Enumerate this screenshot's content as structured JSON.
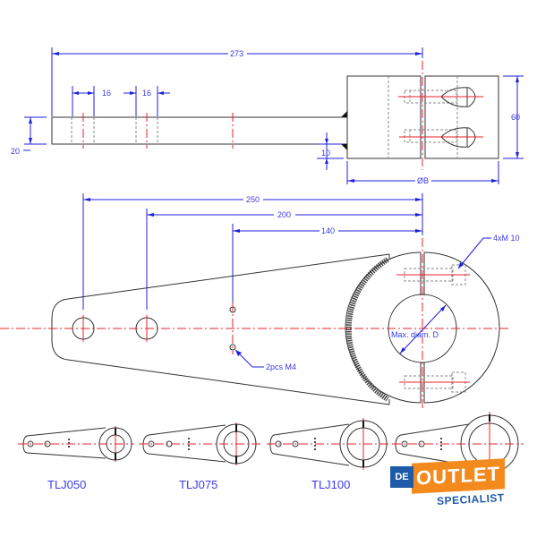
{
  "drawing": {
    "top_view": {
      "overall_length": "273",
      "hole_spacing_1": "16",
      "hole_spacing_2": "16",
      "bar_thickness": "20",
      "clamp_height": "60",
      "weld_offset": "10",
      "bore_diameter": "ØB"
    },
    "front_view": {
      "dim_1": "250",
      "dim_2": "200",
      "dim_3": "140",
      "bolt_note": "4xM 10",
      "hole_note": "2pcs M4",
      "bore_note": "Max. diam. D"
    },
    "variants": [
      {
        "model": "TLJ050"
      },
      {
        "model": "TLJ075"
      },
      {
        "model": "TLJ100"
      },
      {
        "model": ""
      }
    ],
    "colors": {
      "outline": "#333333",
      "centerline": "#e8232a",
      "dimension": "#1f1fe0",
      "hidden": "#8a8a8a"
    }
  },
  "logo": {
    "prefix": "DE",
    "main": "OUTLET",
    "sub": "SPECIALIST",
    "colors": {
      "blue": "#1e5aa8",
      "orange": "#f28a1e"
    }
  }
}
